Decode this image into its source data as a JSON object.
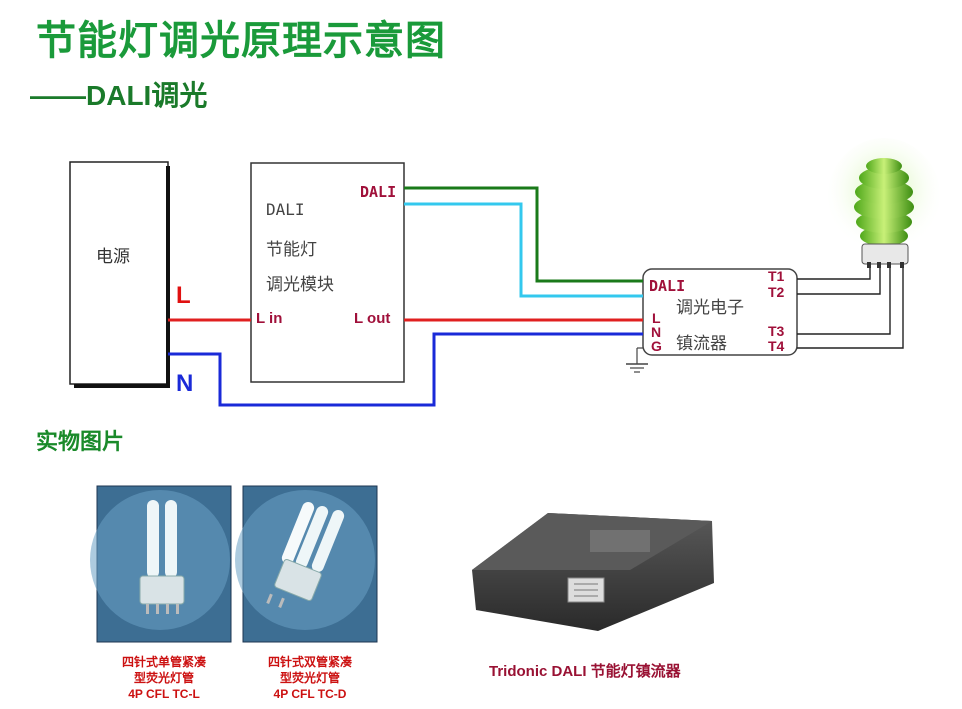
{
  "title": "节能灯调光原理示意图",
  "subtitle": "——DALI调光",
  "power_supply": {
    "label": "电源",
    "L": "L",
    "N": "N"
  },
  "dimmer_module": {
    "line1": "DALI",
    "line2": "节能灯",
    "line3": "调光模块",
    "dali_port": "DALI",
    "l_in": "L in",
    "l_out": "L out"
  },
  "ballast": {
    "dali": "DALI",
    "text1": "调光电子",
    "text2": "镇流器",
    "L": "L",
    "N": "N",
    "G": "G",
    "T1": "T1",
    "T2": "T2",
    "T3": "T3",
    "T4": "T4"
  },
  "photos": {
    "section_title": "实物图片",
    "items": [
      {
        "caption_lines": [
          "四针式单管紧凑",
          "型荧光灯管",
          "4P CFL TC-L"
        ]
      },
      {
        "caption_lines": [
          "四针式双管紧凑",
          "型荧光灯管",
          "4P CFL TC-D"
        ]
      }
    ],
    "ballast_caption": "Tridonic DALI 节能灯镇流器"
  },
  "colors": {
    "title": "#1a9a3a",
    "wire_live": "#e02020",
    "wire_neutral": "#1a2ad8",
    "wire_dali_green": "#1a7a1a",
    "wire_dali_cyan": "#33c8ee",
    "label_red": "#e01010",
    "label_blue": "#1a2ad8",
    "label_dali": "#a0103a"
  },
  "icons": [
    "cfl-bulb-icon",
    "ground-icon",
    "tc-l-lamp-photo",
    "tc-d-lamp-photo",
    "ballast-photo"
  ]
}
